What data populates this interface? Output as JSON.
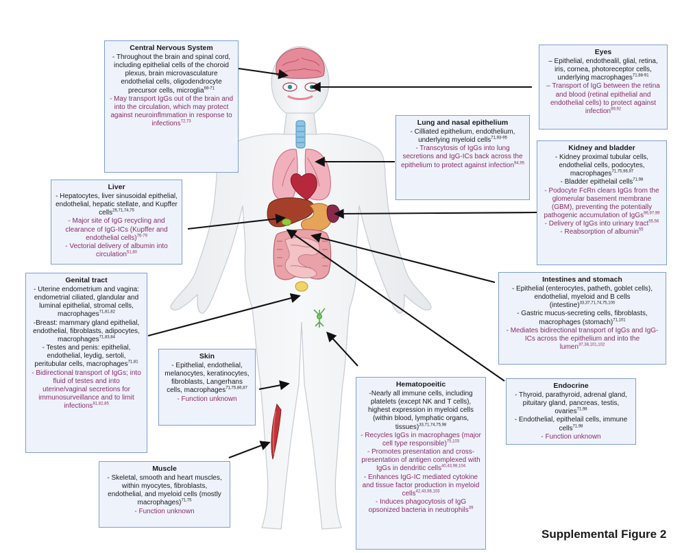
{
  "figure_label": "Supplemental Figure 2",
  "boxes": {
    "cns": {
      "title": "Central Nervous System",
      "lines": [
        {
          "t": "- Throughout the brain and spinal cord, including epithelial cells of the choroid plexus, brain microvasculature endothelial cells, oligodendrocyte precursor cells, microglia",
          "s": "69-71"
        },
        {
          "t": "- May transport IgGs out of the brain and into the circulation, which may protect against neuroinflmmation in response to infections",
          "s": "72,73",
          "fn": true
        }
      ]
    },
    "eyes": {
      "title": "Eyes",
      "lines": [
        {
          "t": "– Epithelial, endothealil, glial, retina, iris, cornea, photoreceptor cells, underlying macrophages",
          "s": "71,88-91"
        },
        {
          "t": "– Transport of IgG between the retina and blood (retinal epithelial and endothelial cells) to protect against infection",
          "s": "89,92",
          "fn": true
        }
      ]
    },
    "lung": {
      "title": "Lung and nasal epithelium",
      "lines": [
        {
          "t": "- Cilliated epithelium, endothelium, underlying myeloid cells",
          "s": "71,93-95"
        },
        {
          "t": "- Transcytosis of IgGs into lung secretions and IgG-ICs back across the epithelium to protect against infection",
          "s": "94,95",
          "fn": true
        }
      ]
    },
    "kidney": {
      "title": "Kidney and bladder",
      "lines": [
        {
          "t": "- Kidney proximal tubular cells, endothelial cells, podocytes, macrophages",
          "s": "71,75,96,97"
        },
        {
          "t": "- Bladder epithelail cells",
          "s": "71,98"
        },
        {
          "t": "- Podocyte FcRn clears IgGs from the glomerular basement membrane (GBM), preventing the potentially pathogenic accumulation of IgGs",
          "s": "96,97,99",
          "fn": true
        },
        {
          "t": "- Delivery of IgGs into urinary tract",
          "s": "55,56",
          "fn": true
        },
        {
          "t": "- Reabsorption of albumin",
          "s": "55",
          "fn": true
        }
      ]
    },
    "liver": {
      "title": "Liver",
      "lines": [
        {
          "t": "- Hepatocytes, liver sinusoidal epithelial, endothelial, hepatic stellate, and Kupffer cells",
          "s": "26,71,74,75"
        },
        {
          "t": "- Major site of IgG recycling and clearance of IgG-ICs (Kupffer and endothelial cells)",
          "s": "76-79",
          "fn": true
        },
        {
          "t": "- Vectorial delivery of albumin into circulation",
          "s": "51,80",
          "fn": true
        }
      ]
    },
    "genital": {
      "title": "Genital tract",
      "lines": [
        {
          "t": "- Uterine endometrium and vagina: endometrial ciliated, glandular and luminal epithelial, stromal cells, macrophages",
          "s": "71,81,82"
        },
        {
          "t": "-Breast: mammary gland epithelial, endothelial, fibroblasts, adipocytes, macrophages",
          "s": "71,83,84"
        },
        {
          "t": "- Testes and penis: epithelial, endothelial, leydig, sertoli, peritubular cells, macrophages",
          "s": "71,81"
        },
        {
          "t": "- Bidirectional transport of IgGs; into fluid of testes and into uterine/vaginal secretions for immunosurveillance and to limit infections",
          "s": "81,82,85",
          "fn": true
        }
      ]
    },
    "intestines": {
      "title": "Intestines and stomach",
      "lines": [
        {
          "t": "- Epithelial (enterocytes, patheth, goblet cells), endothelial, myeloid and B cells (intestine)",
          "s": "33,37,71,74,75,100"
        },
        {
          "t": "- Gastric mucus-secreting cells, fibroblasts, macrophages (stomach)",
          "s": "71,101"
        },
        {
          "t": "- Mediates bidirectional transport of IgGs and IgG-ICs across the epithelium and into the lumen",
          "s": "37,38,101,102",
          "fn": true
        }
      ]
    },
    "skin": {
      "title": "Skin",
      "lines": [
        {
          "t": "- Epithelial, endothelial, melanocytes, keratinocytes, fibroblasts, Langerhans cells, macrophages",
          "s": "71,75,86,87"
        },
        {
          "t": "- Function unknown",
          "s": "",
          "fn": true
        }
      ]
    },
    "endocrine": {
      "title": "Endocrine",
      "lines": [
        {
          "t": "- Thyroid, parathyroid, adrenal gland, pituitary gland, pancreas, testis, ovaries",
          "s": "71,98"
        },
        {
          "t": "- Endothelial, epithelail cells, immune cells",
          "s": "71,98"
        },
        {
          "t": "- Function unknown",
          "s": "",
          "fn": true
        }
      ]
    },
    "hemato": {
      "title": "Hematopoeitic",
      "lines": [
        {
          "t": "-Nearly all immune cells, including platelets (except NK and T cells), highest expression in myeloid cells (within blood, lymphatic organs, tissues)",
          "s": "33,71,74,75,98"
        },
        {
          "t": "- Recycles IgGs in macrophages (major cell type responsible)",
          "s": "75,103",
          "fn": true
        },
        {
          "t": "- Promotes presentation and cross-presentation of antigen complexed with IgGs in dendritic cells",
          "s": "40,43,98,104",
          "fn": true
        },
        {
          "t": "- Enhances IgG-IC mediated cytokine and tissue factor production in myeloid cells",
          "s": "42,43,98,103",
          "fn": true
        },
        {
          "t": "- Induces phagocytosis of IgG opsonized bacteria in neutrophils",
          "s": "39",
          "fn": true
        }
      ]
    },
    "muscle": {
      "title": "Muscle",
      "lines": [
        {
          "t": "- Skeletal, smooth and heart muscles, within myocytes, fibroblasts, endothelial, and myeloid cells (mostly macrophages)",
          "s": "71,75"
        },
        {
          "t": "- Function unknown",
          "s": "",
          "fn": true
        }
      ]
    }
  }
}
